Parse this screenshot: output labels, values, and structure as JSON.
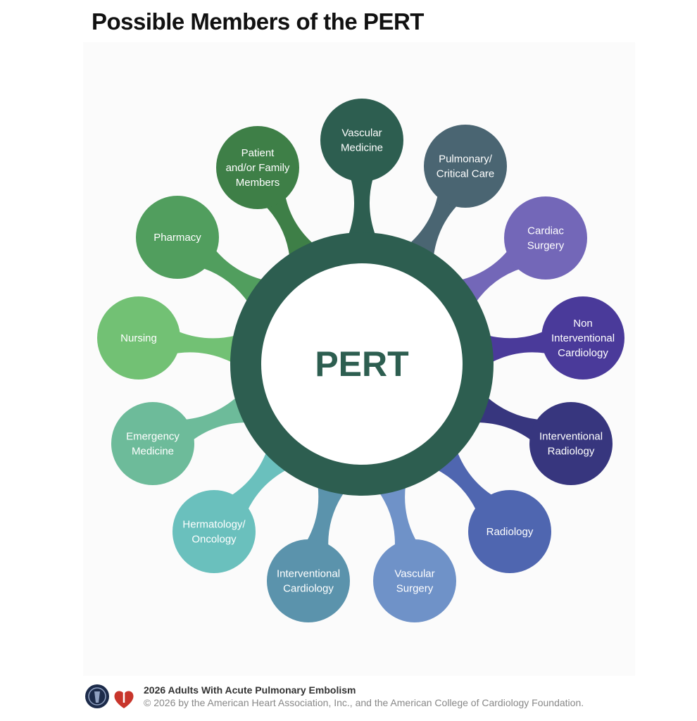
{
  "title": "Possible Members of the PERT",
  "center": {
    "label": "PERT",
    "color": "#2d5e50"
  },
  "members": [
    {
      "label": [
        "Vascular",
        "Medicine"
      ],
      "color": "#2d5e50"
    },
    {
      "label": [
        "Pulmonary/",
        "Critical Care"
      ],
      "color": "#4a6572"
    },
    {
      "label": [
        "Cardiac",
        "Surgery"
      ],
      "color": "#7367b8"
    },
    {
      "label": [
        "Non",
        "Interventional",
        "Cardiology"
      ],
      "color": "#4a3a9a"
    },
    {
      "label": [
        "Interventional",
        "Radiology"
      ],
      "color": "#37367e"
    },
    {
      "label": [
        "Radiology"
      ],
      "color": "#4f66b0"
    },
    {
      "label": [
        "Vascular",
        "Surgery"
      ],
      "color": "#6f92c8"
    },
    {
      "label": [
        "Interventional",
        "Cardiology"
      ],
      "color": "#5b93ac"
    },
    {
      "label": [
        "Hermatology/",
        "Oncology"
      ],
      "color": "#6ac0bd"
    },
    {
      "label": [
        "Emergency",
        "Medicine"
      ],
      "color": "#6dbb9a"
    },
    {
      "label": [
        "Nursing"
      ],
      "color": "#72c174"
    },
    {
      "label": [
        "Pharmacy"
      ],
      "color": "#519e5e"
    },
    {
      "label": [
        "Patient",
        "and/or Family",
        "Members"
      ],
      "color": "#3e7f47"
    }
  ],
  "footer": {
    "line1": "2026 Adults With Acute Pulmonary Embolism",
    "line2": "© 2026 by the American Heart Association, Inc., and the American College of Cardiology Foundation.",
    "logos": [
      "ACC seal",
      "AHA heart and torch"
    ]
  }
}
